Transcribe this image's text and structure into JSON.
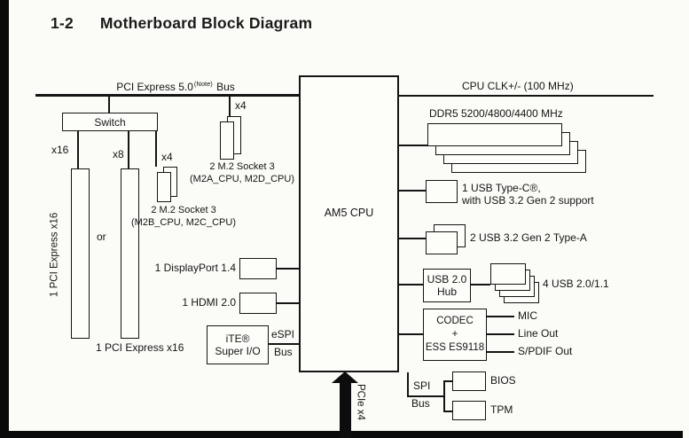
{
  "page": {
    "section_number": "1-2",
    "title": "Motherboard Block Diagram"
  },
  "cpu": {
    "label": "AM5 CPU"
  },
  "buses": {
    "pci_express": {
      "name": "PCI Express 5.0",
      "note": "(Note)",
      "suffix": "Bus"
    },
    "cpu_clk": "CPU CLK+/- (100 MHz)",
    "espi": {
      "line1": "eSPI",
      "line2": "Bus"
    },
    "spi": {
      "line1": "SPI",
      "line2": "Bus"
    },
    "pcie_x4": "PCIe x4"
  },
  "pcie_section": {
    "switch": "Switch",
    "lane_x16": "x16",
    "lane_x8": "x8",
    "lane_x4_m2b": "x4",
    "lane_x4_m2a": "x4",
    "or": "or",
    "slot_side_label": "1 PCI Express x16",
    "slot_bottom_label": "1 PCI Express x16",
    "m2a": {
      "line1": "2 M.2 Socket 3",
      "line2": "(M2A_CPU, M2D_CPU)"
    },
    "m2b": {
      "line1": "2 M.2 Socket 3",
      "line2": "(M2B_CPU, M2C_CPU)"
    }
  },
  "display": {
    "displayport": "1 DisplayPort 1.4",
    "hdmi": "1 HDMI 2.0"
  },
  "superio": {
    "line1": "iTE®",
    "line2": "Super I/O"
  },
  "memory": {
    "label": "DDR5 5200/4800/4400 MHz"
  },
  "usb": {
    "type_c_line1": "1 USB Type-C®,",
    "type_c_line2": "with USB 3.2 Gen 2 support",
    "usb32": "2 USB 3.2 Gen 2 Type-A",
    "hub_line1": "USB 2.0",
    "hub_line2": "Hub",
    "usb20": "4 USB 2.0/1.1"
  },
  "audio": {
    "codec_line1": "CODEC",
    "codec_line2": "+",
    "codec_line3": "ESS ES9118",
    "mic": "MIC",
    "line_out": "Line Out",
    "spdif": "S/PDIF Out"
  },
  "firmware": {
    "bios": "BIOS",
    "tpm": "TPM"
  }
}
